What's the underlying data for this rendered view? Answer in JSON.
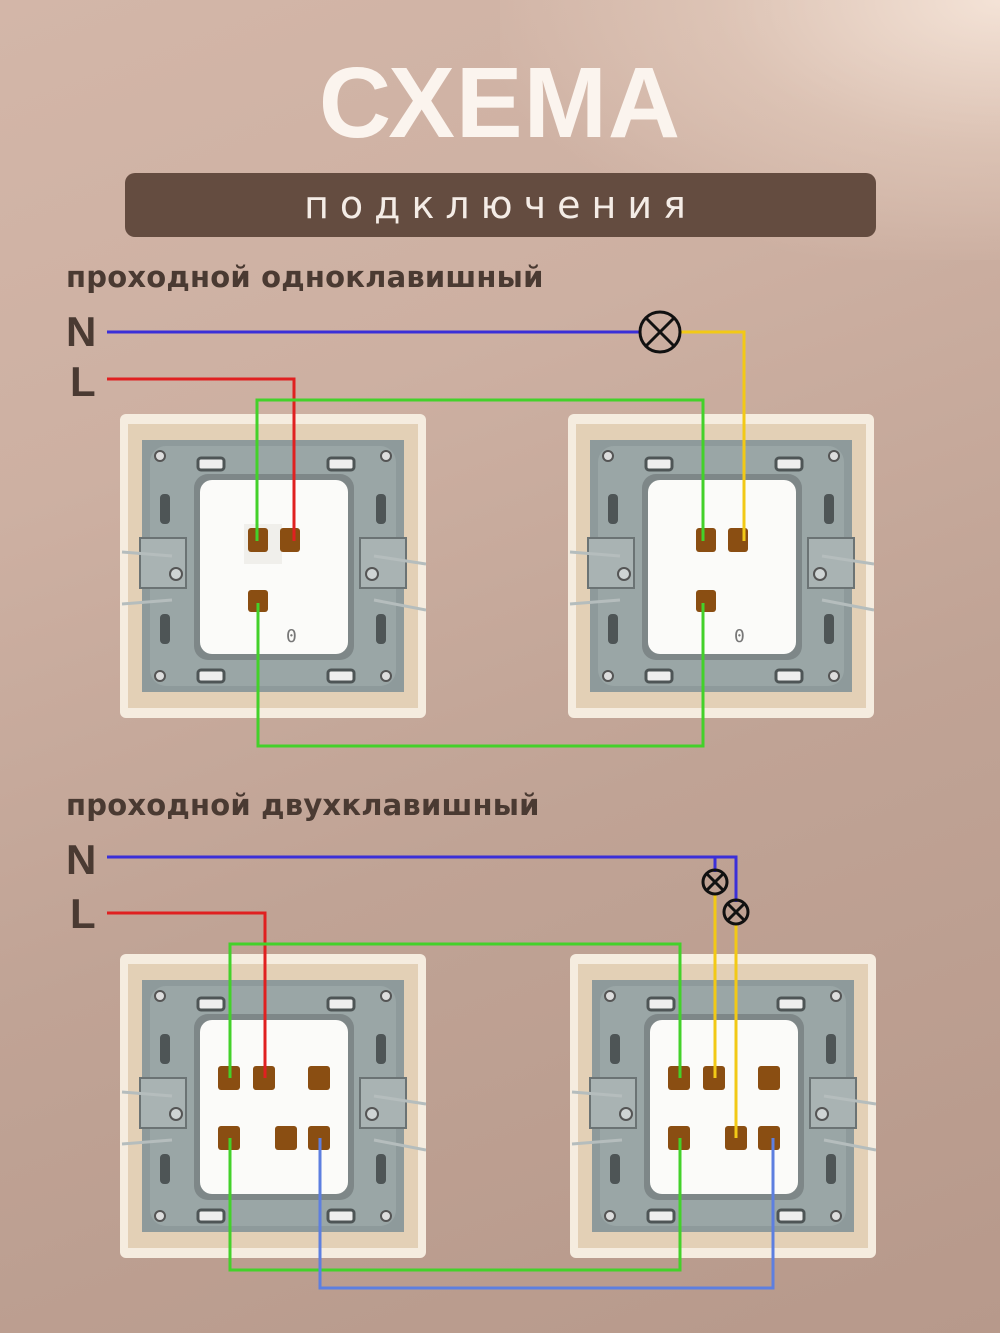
{
  "header": {
    "title": "СХЕМА",
    "subtitle": "подключения"
  },
  "sections": [
    {
      "title": "проходной одноклавишный",
      "wire_labels": {
        "neutral": "N",
        "live": "L"
      },
      "lamps": 1,
      "switches": 2
    },
    {
      "title": "проходной двухклавишный",
      "wire_labels": {
        "neutral": "N",
        "live": "L"
      },
      "lamps": 2,
      "switches": 2
    }
  ],
  "colors": {
    "background": "#c6a99b",
    "banner": "#644c40",
    "neutral_wire": "#3a2fd8",
    "live_wire": "#e02020",
    "traveler_wire": "#43d12a",
    "lamp_wire": "#f2c916",
    "traveler_wire_2": "#5d7fe0"
  }
}
